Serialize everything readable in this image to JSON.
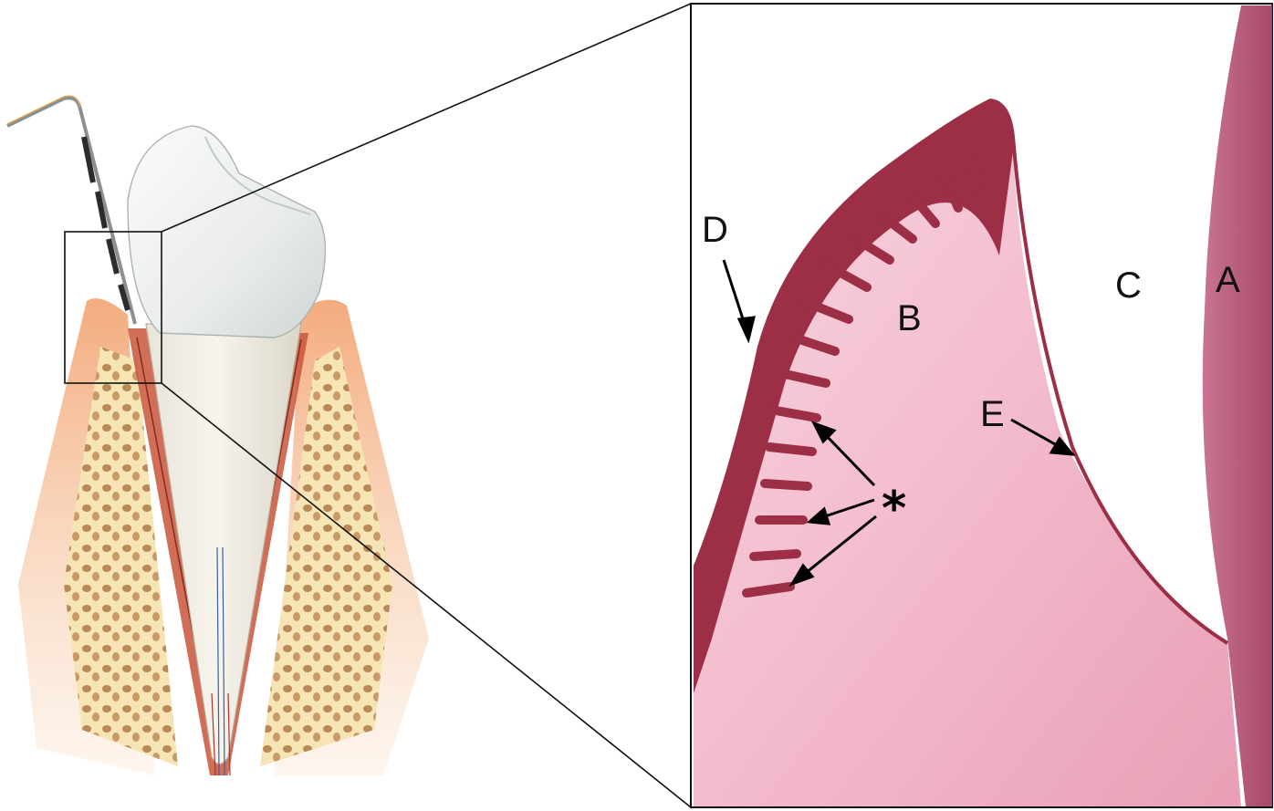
{
  "labels": {
    "A": "A",
    "B": "B",
    "C": "C",
    "D": "D",
    "E": "E",
    "star": "*"
  },
  "icons": {
    "probe": "periodontal-probe-icon",
    "tooth": "tooth-cross-section-icon"
  },
  "colors": {
    "enamel": "#eef0ee",
    "dentin": "#f3ede2",
    "gingiva": "#f0a070",
    "ligament": "#c8553a",
    "bone": "#f6e4b4",
    "bone_pores": "#b88a5a",
    "epithelium": "#9c2f45",
    "connective_tissue": "#f4bfd0",
    "tooth_surface": "#c86a86",
    "probe_steel": "#8a8f94",
    "probe_band": "#2c2c2c"
  }
}
